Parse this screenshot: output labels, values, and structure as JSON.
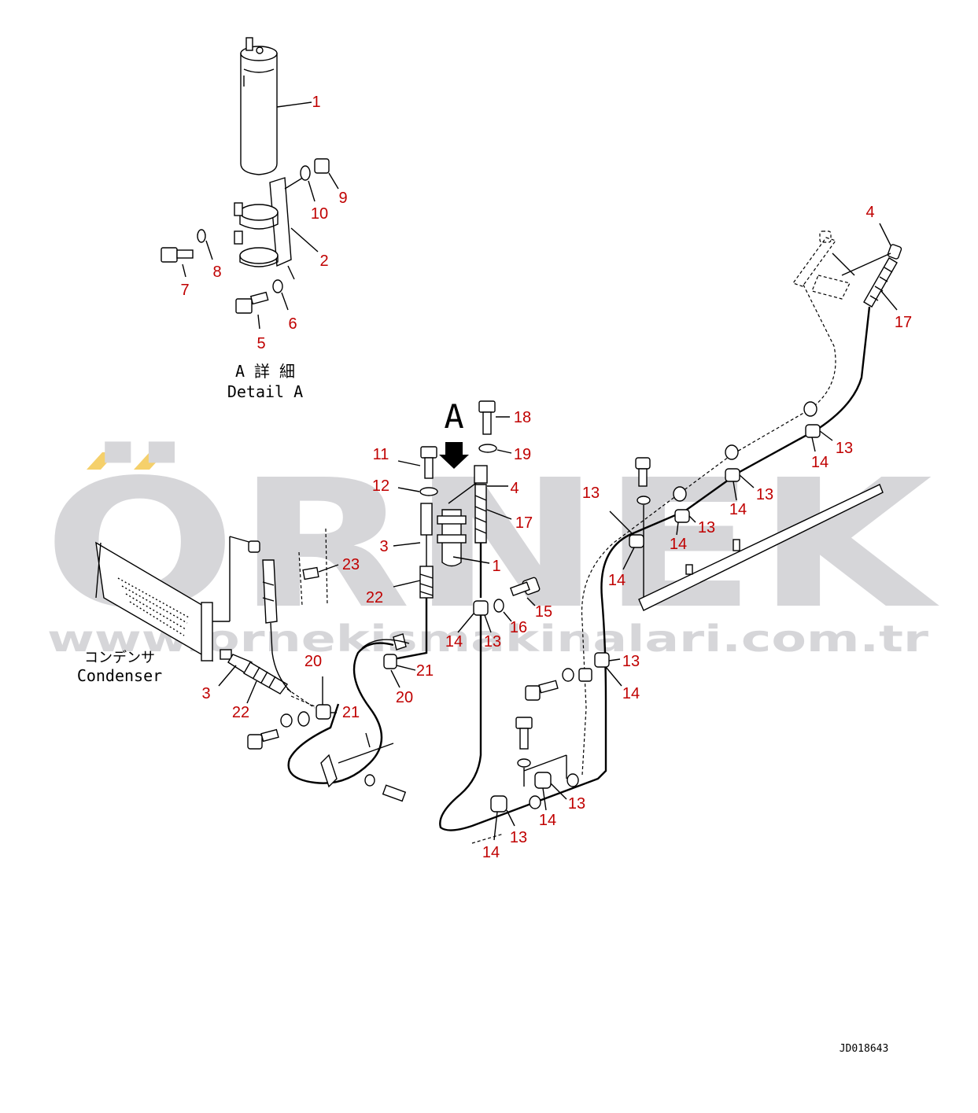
{
  "watermark": {
    "brand": "ÖRNEK",
    "url": "www.ornekismakinalari.com.tr"
  },
  "captions": {
    "detail_jp": "A 詳 細",
    "detail_en": "Detail A",
    "view_marker": "A",
    "condenser_jp": "コンデンサ",
    "condenser_en": "Condenser",
    "drawing_code": "JD018643"
  },
  "callouts": [
    {
      "label": "1"
    },
    {
      "label": "2"
    },
    {
      "label": "5"
    },
    {
      "label": "6"
    },
    {
      "label": "7"
    },
    {
      "label": "8"
    },
    {
      "label": "9"
    },
    {
      "label": "10"
    },
    {
      "label": "4"
    },
    {
      "label": "17"
    },
    {
      "label": "18"
    },
    {
      "label": "19"
    },
    {
      "label": "11"
    },
    {
      "label": "12"
    },
    {
      "label": "4"
    },
    {
      "label": "17"
    },
    {
      "label": "3"
    },
    {
      "label": "1"
    },
    {
      "label": "23"
    },
    {
      "label": "22"
    },
    {
      "label": "15"
    },
    {
      "label": "16"
    },
    {
      "label": "14"
    },
    {
      "label": "13"
    },
    {
      "label": "20"
    },
    {
      "label": "21"
    },
    {
      "label": "20"
    },
    {
      "label": "21"
    },
    {
      "label": "3"
    },
    {
      "label": "22"
    },
    {
      "label": "13"
    },
    {
      "label": "14"
    },
    {
      "label": "13"
    },
    {
      "label": "14"
    },
    {
      "label": "13"
    },
    {
      "label": "14"
    },
    {
      "label": "13"
    },
    {
      "label": "14"
    },
    {
      "label": "13"
    },
    {
      "label": "14"
    },
    {
      "label": "13"
    },
    {
      "label": "14"
    },
    {
      "label": "13"
    },
    {
      "label": "14"
    }
  ],
  "colors": {
    "callout": "#c00000",
    "watermark": "#d6d6d9",
    "accent": "#f5d06b"
  }
}
